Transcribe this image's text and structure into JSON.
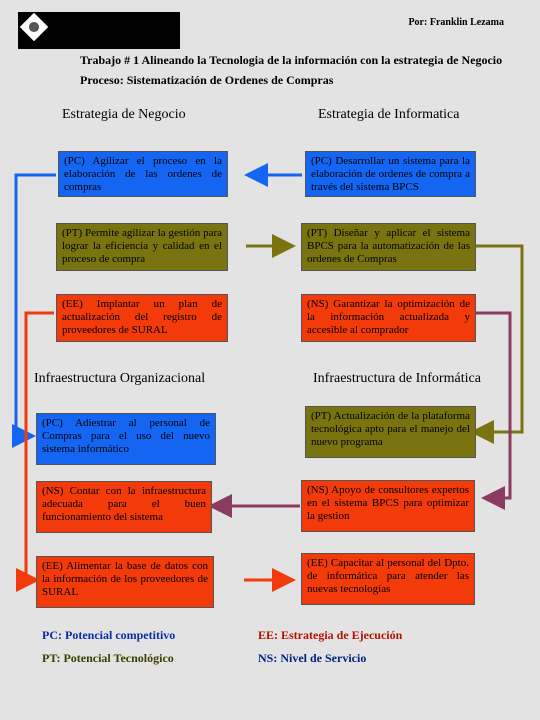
{
  "header": {
    "author": "Por: Franklin Lezama",
    "title": "Trabajo # 1 Alineando la Tecnologia de la información con la estrategia de Negocio",
    "process": "Proceso: Sistematización de Ordenes de Compras"
  },
  "columns": {
    "business": "Estrategia de Negocio",
    "it": "Estrategia de Informatica",
    "org_infra": "Infraestructura Organizacional",
    "it_infra": "Infraestructura de Informática"
  },
  "boxes": {
    "b1": "(PC) Agilizar el proceso en la elaboración de las ordenes de compras",
    "b2": "(PT) Permite agilizar la gestión para lograr la eficiencia y calidad en el proceso de compra",
    "b3": "(EE) Implantar un plan de actualización del registro de proveedores de SURAL",
    "i1": "(PC) Desarrollar un sistema para la elaboración de ordenes de compra a través del sistema BPCS",
    "i2": "(PT) Diseñar y aplicar el sistema BPCS para la automatización de las ordenes de Compras",
    "i3": "(NS) Garantizar la optimización de la información actualizada y accesible al comprador",
    "o1": "(PC) Adiestrar al personal de Compras para el uso del nuevo sistema informático",
    "o2": "(NS) Contar con la infraestructura adecuada para el buen funcionamiento del sistema",
    "o3": "(EE) Alimentar la base de datos con la información de los proveedores de SURAL",
    "t1": "(PT) Actualización de la plataforma tecnológica apto para el manejo del nuevo programa",
    "t2": "(NS) Apoyo de consultores expertos en el sistema BPCS para optimizar la gestion",
    "t3": "(EE) Capacitar al personal del Dpto. de informática para atender las nuevas tecnologías"
  },
  "legend": {
    "pc": "PC: Potencial competitivo",
    "pt": "PT: Potencial Tecnológico",
    "ee": "EE: Estrategia de Ejecución",
    "ns": "NS: Nivel de Servicio"
  },
  "colors": {
    "blue": "#1466f2",
    "olive": "#7a7410",
    "red": "#f33a0a",
    "purple": "#8b3a62",
    "background": "#e3e3e3"
  }
}
